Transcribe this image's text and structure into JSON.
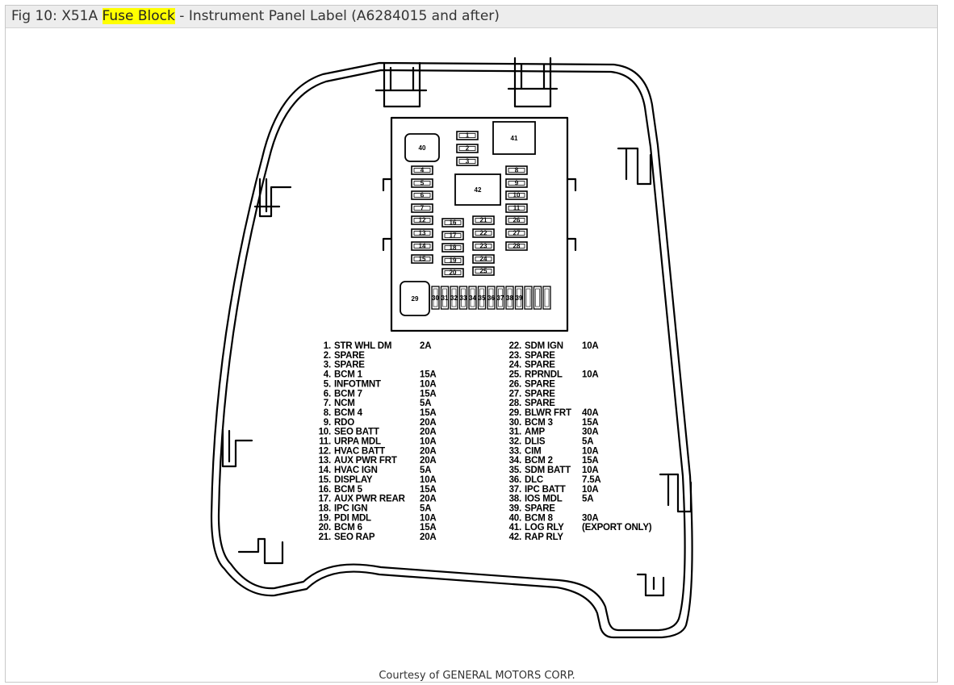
{
  "title": {
    "prefix": "Fig 10: X51A ",
    "highlight": "Fuse Block",
    "suffix": " - Instrument Panel Label (A6284015 and after)"
  },
  "courtesy": "Courtesy of GENERAL MOTORS CORP.",
  "colors": {
    "highlight": "#ffff00",
    "line": "#000000",
    "titlebar": "#ededed"
  },
  "fuse_labels": [
    "1",
    "2",
    "3",
    "4",
    "5",
    "6",
    "7",
    "8",
    "9",
    "10",
    "11",
    "12",
    "13",
    "14",
    "15",
    "16",
    "17",
    "18",
    "19",
    "20",
    "21",
    "22",
    "23",
    "24",
    "25",
    "26",
    "27",
    "28",
    "29",
    "30",
    "31",
    "32",
    "33",
    "34",
    "35",
    "36",
    "37",
    "38",
    "39",
    "40",
    "41",
    "42"
  ],
  "legend_left": [
    {
      "n": "1.",
      "name": "STR WHL DM",
      "amp": "2A"
    },
    {
      "n": "2.",
      "name": "SPARE",
      "amp": ""
    },
    {
      "n": "3.",
      "name": "SPARE",
      "amp": ""
    },
    {
      "n": "4.",
      "name": "BCM 1",
      "amp": "15A"
    },
    {
      "n": "5.",
      "name": "INFOTMNT",
      "amp": "10A"
    },
    {
      "n": "6.",
      "name": "BCM 7",
      "amp": "15A"
    },
    {
      "n": "7.",
      "name": "NCM",
      "amp": "5A"
    },
    {
      "n": "8.",
      "name": "BCM 4",
      "amp": "15A"
    },
    {
      "n": "9.",
      "name": "RDO",
      "amp": "20A"
    },
    {
      "n": "10.",
      "name": "SEO BATT",
      "amp": "20A"
    },
    {
      "n": "11.",
      "name": "URPA MDL",
      "amp": "10A"
    },
    {
      "n": "12.",
      "name": "HVAC BATT",
      "amp": "20A"
    },
    {
      "n": "13.",
      "name": "AUX PWR FRT",
      "amp": "20A"
    },
    {
      "n": "14.",
      "name": "HVAC IGN",
      "amp": "5A"
    },
    {
      "n": "15.",
      "name": "DISPLAY",
      "amp": "10A"
    },
    {
      "n": "16.",
      "name": "BCM 5",
      "amp": "15A"
    },
    {
      "n": "17.",
      "name": "AUX PWR REAR",
      "amp": "20A"
    },
    {
      "n": "18.",
      "name": "IPC IGN",
      "amp": "5A"
    },
    {
      "n": "19.",
      "name": "PDI MDL",
      "amp": "10A"
    },
    {
      "n": "20.",
      "name": "BCM 6",
      "amp": "15A"
    },
    {
      "n": "21.",
      "name": "SEO RAP",
      "amp": "20A"
    }
  ],
  "legend_right": [
    {
      "n": "22.",
      "name": "SDM IGN",
      "amp": "10A"
    },
    {
      "n": "23.",
      "name": "SPARE",
      "amp": ""
    },
    {
      "n": "24.",
      "name": "SPARE",
      "amp": ""
    },
    {
      "n": "25.",
      "name": "RPRNDL",
      "amp": "10A"
    },
    {
      "n": "26.",
      "name": "SPARE",
      "amp": ""
    },
    {
      "n": "27.",
      "name": "SPARE",
      "amp": ""
    },
    {
      "n": "28.",
      "name": "SPARE",
      "amp": ""
    },
    {
      "n": "29.",
      "name": "BLWR FRT",
      "amp": "40A"
    },
    {
      "n": "30.",
      "name": "BCM 3",
      "amp": "15A"
    },
    {
      "n": "31.",
      "name": "AMP",
      "amp": "30A"
    },
    {
      "n": "32.",
      "name": "DLIS",
      "amp": "5A"
    },
    {
      "n": "33.",
      "name": "CIM",
      "amp": "10A"
    },
    {
      "n": "34.",
      "name": "BCM 2",
      "amp": "15A"
    },
    {
      "n": "35.",
      "name": "SDM BATT",
      "amp": "10A"
    },
    {
      "n": "36.",
      "name": "DLC",
      "amp": "7.5A"
    },
    {
      "n": "37.",
      "name": "IPC BATT",
      "amp": "10A"
    },
    {
      "n": "38.",
      "name": "IOS MDL",
      "amp": "5A"
    },
    {
      "n": "39.",
      "name": "SPARE",
      "amp": ""
    },
    {
      "n": "40.",
      "name": "BCM 8",
      "amp": "30A"
    },
    {
      "n": "41.",
      "name": "LOG RLY",
      "amp": "(EXPORT ONLY)"
    },
    {
      "n": "42.",
      "name": "RAP RLY",
      "amp": ""
    }
  ]
}
